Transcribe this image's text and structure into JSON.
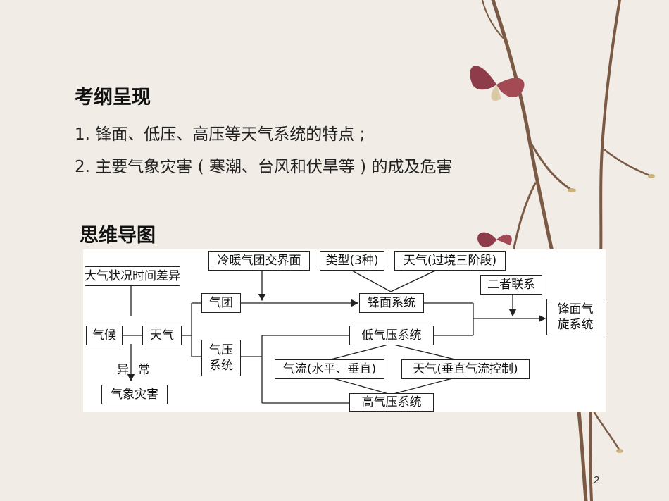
{
  "slide": {
    "heading_outline": "考纲呈现",
    "outline_items": [
      "1. 锋面、低压、高压等天气系统的特点 ;",
      "2. 主要气象灾害 ( 寒潮、台风和伏旱等 ) 的成及危害"
    ],
    "heading_mindmap": "思维导图",
    "page_number": "2"
  },
  "mindmap": {
    "nodes": {
      "dqzk": "大气状况时间差异",
      "lnqt": "冷暖气团交界面",
      "lx": "类型(3种)",
      "tq_gj": "天气(过境三阶段)",
      "qt": "气团",
      "fmxt": "锋面系统",
      "ezlx": "二者联系",
      "fmqx_1": "锋面气",
      "fmqx_2": "旋系统",
      "qh": "气候",
      "tq": "天气",
      "dqyxt": "低气压系统",
      "qyxt_1": "气压",
      "qyxt_2": "系统",
      "ql": "气流(水平、垂直)",
      "tq_cz": "天气(垂直气流控制)",
      "qxzh": "气象灾害",
      "gqyxt": "高气压系统"
    },
    "edge_labels": {
      "yi": "异",
      "chang": "常"
    }
  }
}
